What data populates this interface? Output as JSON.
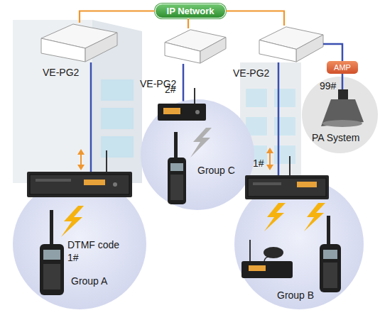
{
  "diagram": {
    "nodes": [
      {
        "text": [
          "IP Network"
        ]
      },
      {
        "text": [
          "VE-PG2"
        ]
      },
      {
        "text": [
          "VE-PG2"
        ]
      },
      {
        "text": [
          "VE-PG2"
        ]
      },
      {
        "text": [
          "AMP"
        ]
      },
      {
        "text": [
          "PA System"
        ]
      },
      {
        "text": [
          "Group C"
        ]
      },
      {
        "text": [
          "DTMF code 1#",
          "Group A"
        ]
      },
      {
        "text": [
          "Group B"
        ]
      }
    ],
    "edges": [
      {
        "from": 0,
        "to": 1,
        "arrow": "none"
      },
      {
        "from": 0,
        "to": 2,
        "arrow": "none"
      },
      {
        "from": 0,
        "to": 3,
        "arrow": "none"
      },
      {
        "from": 1,
        "to": 7,
        "arrow": "none"
      },
      {
        "from": 2,
        "to": 6,
        "arrow": "none"
      },
      {
        "from": 3,
        "to": 8,
        "arrow": "none"
      },
      {
        "from": 3,
        "to": 4,
        "arrow": "none"
      },
      {
        "from": 4,
        "to": 5,
        "arrow": "none"
      }
    ],
    "labels": [
      "2#",
      "99#",
      "1#"
    ]
  }
}
